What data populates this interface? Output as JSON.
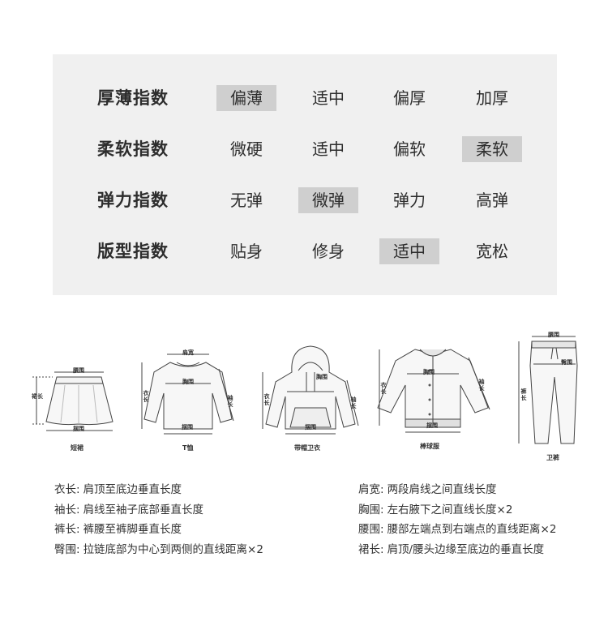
{
  "index_table": {
    "rows": [
      {
        "label": "厚薄指数",
        "options": [
          "偏薄",
          "适中",
          "偏厚",
          "加厚"
        ],
        "selected": 0
      },
      {
        "label": "柔软指数",
        "options": [
          "微硬",
          "适中",
          "偏软",
          "柔软"
        ],
        "selected": 3
      },
      {
        "label": "弹力指数",
        "options": [
          "无弹",
          "微弹",
          "弹力",
          "高弹"
        ],
        "selected": 1
      },
      {
        "label": "版型指数",
        "options": [
          "贴身",
          "修身",
          "适中",
          "宽松"
        ],
        "selected": 2
      }
    ]
  },
  "sketches": {
    "skirt": {
      "caption": "短裙",
      "waist": "腰围",
      "hem": "摆围",
      "length": "裙长"
    },
    "tshirt": {
      "caption": "T恤",
      "shoulder": "肩宽",
      "chest": "胸围",
      "hem": "摆围",
      "length": "衣长",
      "sleeve": "袖长"
    },
    "hoodie": {
      "caption": "带帽卫衣",
      "chest": "胸围",
      "hem": "摆围",
      "length": "衣长",
      "sleeve": "袖长"
    },
    "jacket": {
      "caption": "棒球服",
      "chest": "胸围",
      "hem": "摆围",
      "length": "衣长",
      "sleeve": "袖长"
    },
    "pants": {
      "caption": "卫裤",
      "waist": "腰围",
      "hip": "臀围",
      "length": "裤长"
    }
  },
  "definitions": {
    "left": [
      {
        "term": "衣长:",
        "text": "肩顶至底边垂直长度"
      },
      {
        "term": "袖长:",
        "text": "肩线至袖子底部垂直长度"
      },
      {
        "term": "裤长:",
        "text": "裤腰至裤脚垂直长度"
      },
      {
        "term": "臀围:",
        "text": "拉链底部为中心到两侧的直线距离×2"
      }
    ],
    "right": [
      {
        "term": "肩宽:",
        "text": "两段肩线之间直线长度"
      },
      {
        "term": "胸围:",
        "text": "左右腋下之间直线长度×2"
      },
      {
        "term": "腰围:",
        "text": "腰部左端点到右端点的直线距离×2"
      },
      {
        "term": "裙长:",
        "text": "肩顶/腰头边缘至底边的垂直长度"
      }
    ]
  }
}
